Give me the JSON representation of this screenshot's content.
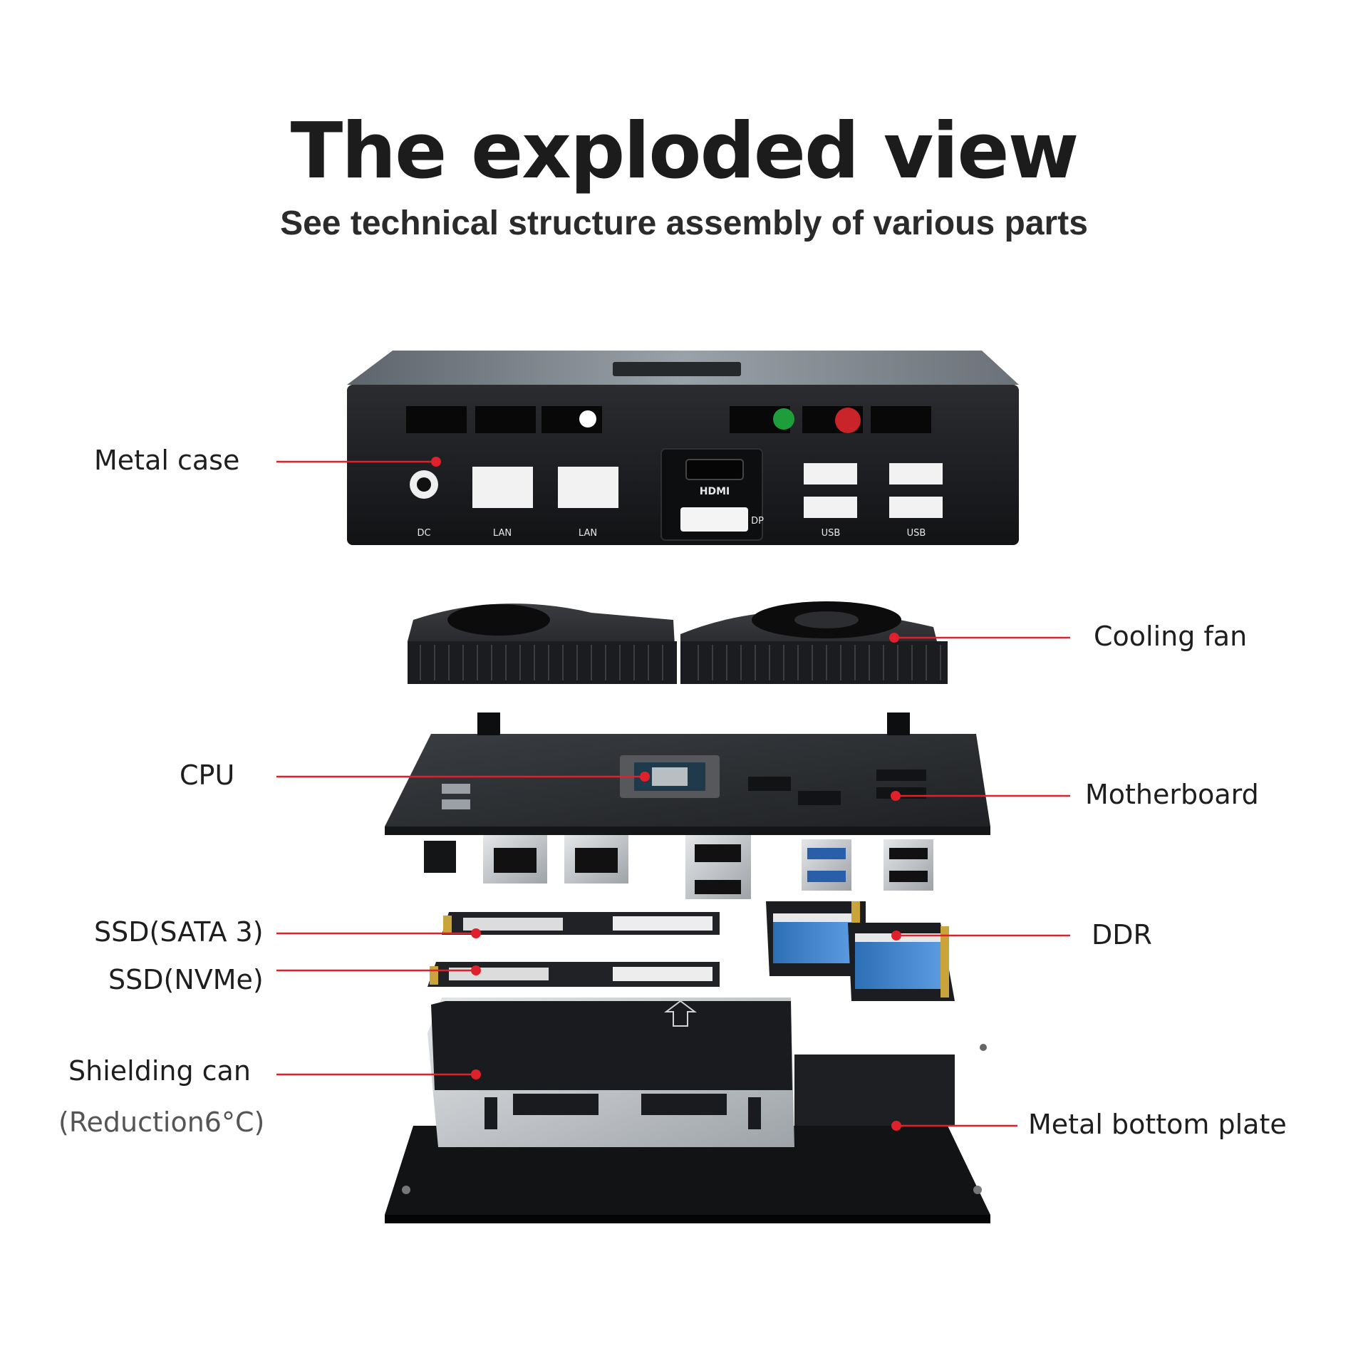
{
  "title": "The exploded view",
  "subtitle": "See technical structure assembly of various parts",
  "callouts": {
    "metal_case": "Metal case",
    "cooling_fan": "Cooling fan",
    "cpu": "CPU",
    "motherboard": "Motherboard",
    "ssd_sata": "SSD(SATA 3)",
    "ssd_nvme": "SSD(NVMe)",
    "ddr": "DDR",
    "shielding_can": "Shielding can",
    "shielding_note": "(Reduction6°C)",
    "bottom_plate": "Metal bottom plate"
  },
  "ports": {
    "dc": "DC",
    "lan1": "LAN",
    "lan2": "LAN",
    "hdmi": "HDMI",
    "dp": "DP",
    "usb1": "USB",
    "usb2": "USB"
  },
  "colors": {
    "callout_line": "#e0202a",
    "case_body": "#1d1f22",
    "case_top": "#8a9097",
    "board": "#2a2c2f",
    "ram_label": "#2f7fd0",
    "ssd_gold": "#c8a43a"
  }
}
